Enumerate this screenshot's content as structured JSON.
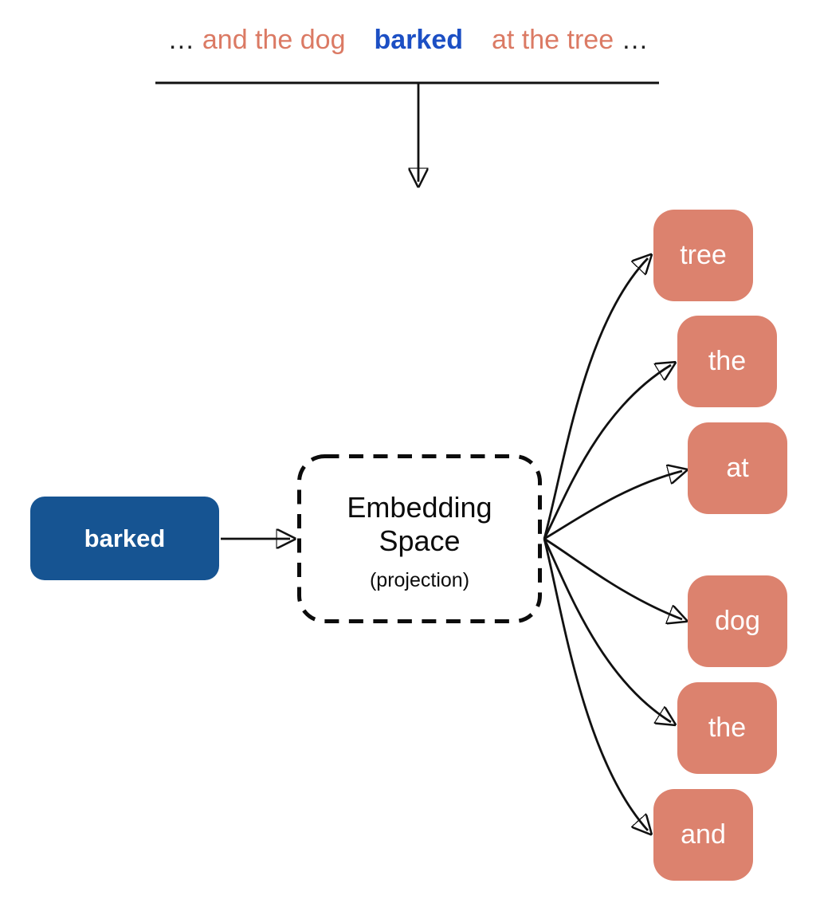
{
  "colors": {
    "context_text": "#DB7A64",
    "target_text": "#1C4FC4",
    "dark_text": "#1F1F1F",
    "blue_box": "#165492",
    "salmon_box": "#DC826E"
  },
  "sentence": {
    "prefix_ellipsis": "…",
    "left_context": "and the dog",
    "target_word": "barked",
    "right_context": "at the tree",
    "suffix_ellipsis": "…"
  },
  "input_box": {
    "label": "barked"
  },
  "embedding_box": {
    "title_line1": "Embedding",
    "title_line2": "Space",
    "subtitle": "(projection)"
  },
  "output_boxes": [
    {
      "label": "tree"
    },
    {
      "label": "the"
    },
    {
      "label": "at"
    },
    {
      "label": "dog"
    },
    {
      "label": "the"
    },
    {
      "label": "and"
    }
  ]
}
